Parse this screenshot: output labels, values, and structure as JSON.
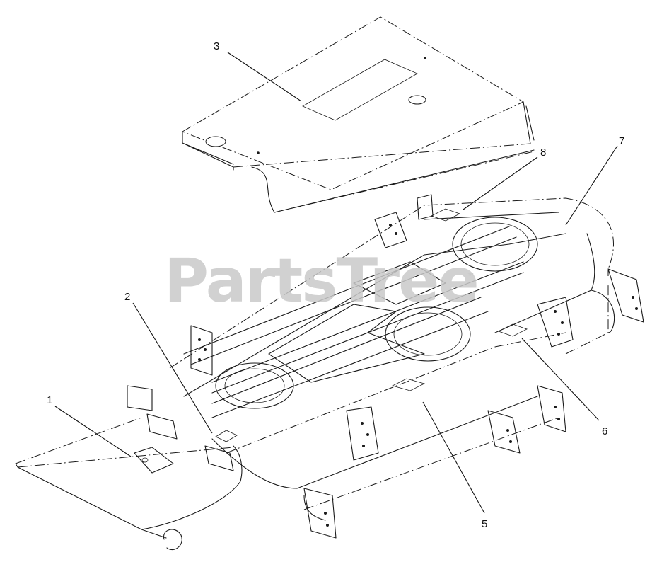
{
  "watermark": {
    "text": "PartsTree",
    "trademark": "™"
  },
  "callouts": [
    {
      "id": "1",
      "label": "1"
    },
    {
      "id": "2",
      "label": "2"
    },
    {
      "id": "3",
      "label": "3"
    },
    {
      "id": "5",
      "label": "5"
    },
    {
      "id": "6",
      "label": "6"
    },
    {
      "id": "7",
      "label": "7"
    },
    {
      "id": "8",
      "label": "8"
    }
  ],
  "colors": {
    "ink": "#1a1a1a",
    "watermark": "#c9c9c9",
    "background": "#ffffff"
  }
}
